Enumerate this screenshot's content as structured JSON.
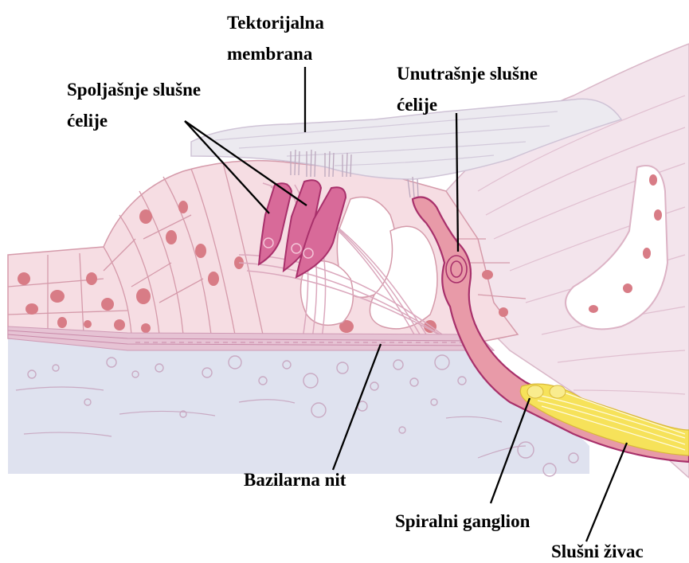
{
  "labels": {
    "tectorial_line1": "Tektorijalna",
    "tectorial_line2": "membrana",
    "outer_line1": "Spoljašnje slušne",
    "outer_line2": "ćelije",
    "inner_line1": "Unutrašnje slušne",
    "inner_line2": "ćelije",
    "basilar": "Bazilarna nit",
    "ganglion": "Spiralni ganglion",
    "nerve": "Slušni živac"
  },
  "colors": {
    "tissue_fill": "#f6dde3",
    "cell_outline": "#d59aaa",
    "nucleus": "#d87c86",
    "membrane_fill": "#f3e9ee",
    "basilar_fluid": "#dfe2ef",
    "hair_cell": "#d86a99",
    "hair_cell_outline": "#a8306b",
    "nerve_fill": "#e89aa8",
    "ganglion_yellow": "#f6e25a",
    "leader_line": "#000000"
  }
}
